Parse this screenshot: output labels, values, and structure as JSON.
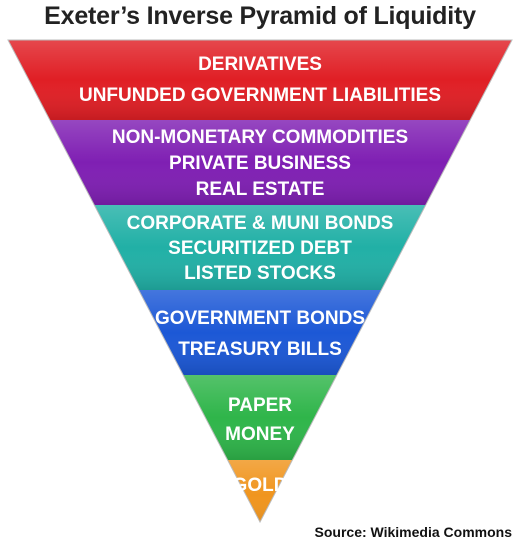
{
  "title": "Exeter’s Inverse Pyramid of Liquidity",
  "source": "Source: Wikimedia Commons",
  "layers": [
    {
      "name": "layer-derivatives",
      "color": "#e01f25",
      "lines": [
        "DERIVATIVES",
        "UNFUNDED GOVERNMENT LIABILITIES"
      ]
    },
    {
      "name": "layer-commodities",
      "color": "#7f1fb3",
      "lines": [
        "NON-MONETARY COMMODITIES",
        "PRIVATE BUSINESS",
        "REAL ESTATE"
      ]
    },
    {
      "name": "layer-bonds-stocks",
      "color": "#21b0a6",
      "lines": [
        "CORPORATE & MUNI BONDS",
        "SECURITIZED DEBT",
        "LISTED STOCKS"
      ]
    },
    {
      "name": "layer-government",
      "color": "#1c58d6",
      "lines": [
        "GOVERNMENT BONDS",
        "TREASURY BILLS"
      ]
    },
    {
      "name": "layer-paper-money",
      "color": "#2fb54a",
      "lines": [
        "PAPER",
        "MONEY"
      ]
    },
    {
      "name": "layer-gold",
      "color": "#f0951e",
      "lines": [
        "GOLD"
      ]
    }
  ]
}
